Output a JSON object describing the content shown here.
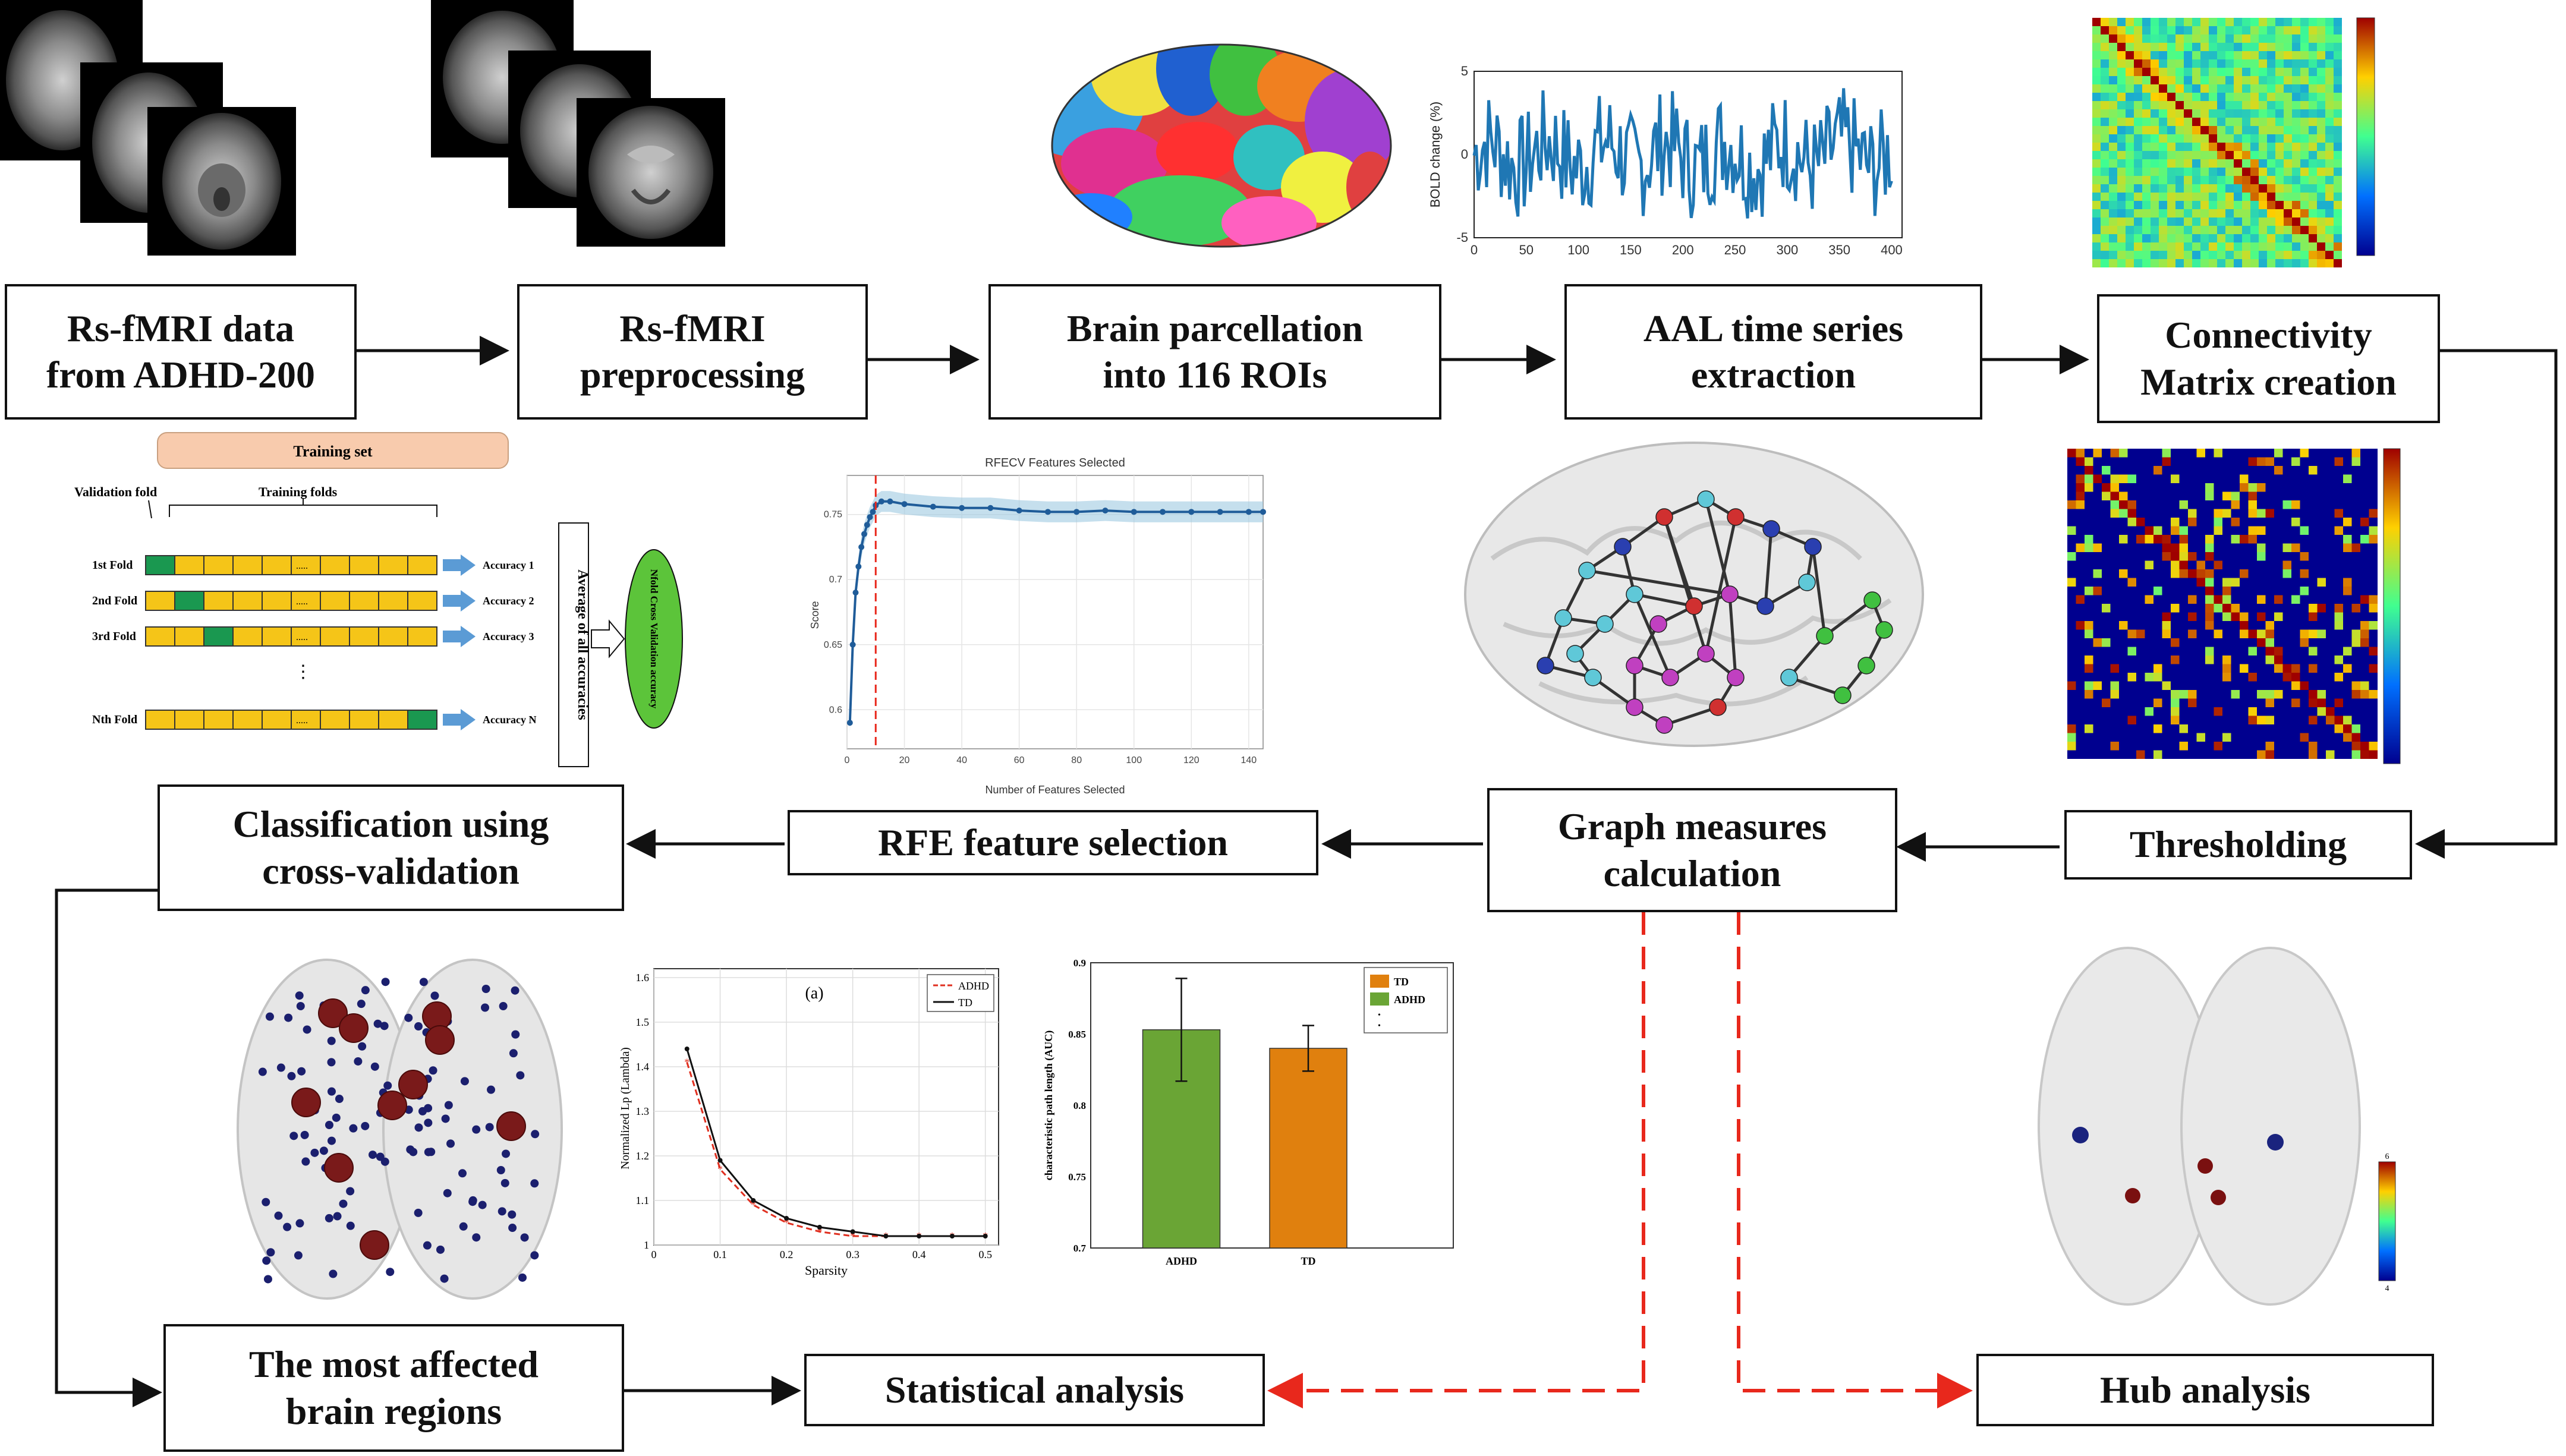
{
  "boxes": {
    "rsfmri_data": "Rs-fMRI data\nfrom ADHD-200",
    "preprocessing": "Rs-fMRI\npreprocessing",
    "parcellation": "Brain parcellation\ninto 116 ROIs",
    "aal_extraction": "AAL time series\nextraction",
    "connectivity": "Connectivity\nMatrix creation",
    "thresholding": "Thresholding",
    "graph_measures": "Graph measures\ncalculation",
    "rfe": "RFE feature selection",
    "classification": "Classification using\ncross-validation",
    "affected_regions": "The most affected\nbrain regions",
    "statistical": "Statistical analysis",
    "hub": "Hub analysis"
  },
  "cv_panel": {
    "training_set": "Training set",
    "validation_fold": "Validation fold",
    "training_folds": "Training folds",
    "folds": [
      {
        "label": "1st Fold",
        "accuracy": "Accuracy 1"
      },
      {
        "label": "2nd Fold",
        "accuracy": "Accuracy 2"
      },
      {
        "label": "3rd Fold",
        "accuracy": "Accuracy 3"
      },
      {
        "label": "Nth Fold",
        "accuracy": "Accuracy N"
      }
    ],
    "average_label": "Average of all accuracies",
    "result_label": "Nfold Cross Validation accuracy",
    "colors": {
      "train": "#f5c518",
      "val": "#1a9850",
      "header": "#f8cbad"
    }
  },
  "chart_data": [
    {
      "type": "line",
      "title": "",
      "ylabel": "BOLD change (%)",
      "xlabel": "",
      "x_ticks": [
        0,
        50,
        100,
        150,
        200,
        250,
        300,
        350,
        400
      ],
      "y_ticks": [
        -5,
        0,
        5
      ],
      "xlim": [
        0,
        410
      ],
      "ylim": [
        -5,
        5
      ],
      "color": "#1f77b4"
    },
    {
      "type": "line",
      "title": "RFECV Features Selected",
      "xlabel": "Number of Features Selected",
      "ylabel": "Score",
      "x_ticks": [
        0,
        20,
        40,
        60,
        80,
        100,
        120,
        140
      ],
      "y_ticks": [
        0.6,
        0.65,
        0.7,
        0.75
      ],
      "xlim": [
        0,
        145
      ],
      "ylim": [
        0.57,
        0.78
      ],
      "optimal_x": 10,
      "series": [
        {
          "values_note": "",
          "x": [
            1,
            2,
            3,
            4,
            5,
            6,
            7,
            8,
            9,
            10,
            12,
            15,
            20,
            30,
            40,
            50,
            60,
            70,
            80,
            90,
            100,
            110,
            120,
            130,
            140,
            145
          ],
          "values": [
            0.59,
            0.65,
            0.69,
            0.71,
            0.725,
            0.735,
            0.742,
            0.748,
            0.752,
            0.757,
            0.76,
            0.76,
            0.758,
            0.756,
            0.755,
            0.755,
            0.753,
            0.752,
            0.752,
            0.753,
            0.752,
            0.752,
            0.752,
            0.752,
            0.752,
            0.752
          ]
        }
      ],
      "color": "#1f5c99"
    },
    {
      "type": "line",
      "title": "(a)",
      "xlabel": "Sparsity",
      "ylabel": "Normalized Lp (Lambda)",
      "x": [
        0.05,
        0.1,
        0.15,
        0.2,
        0.25,
        0.3,
        0.35,
        0.4,
        0.45,
        0.5
      ],
      "x_ticks": [
        0,
        0.1,
        0.2,
        0.3,
        0.4,
        0.5
      ],
      "y_ticks": [
        1,
        1.1,
        1.2,
        1.3,
        1.4,
        1.5,
        1.6
      ],
      "xlim": [
        0,
        0.52
      ],
      "ylim": [
        1.0,
        1.62
      ],
      "series": [
        {
          "name": "ADHD",
          "values": [
            1.41,
            1.17,
            1.09,
            1.05,
            1.03,
            1.02,
            1.02,
            1.02,
            1.02,
            1.02
          ],
          "color": "#e03020"
        },
        {
          "name": "TD",
          "values": [
            1.44,
            1.19,
            1.1,
            1.06,
            1.04,
            1.03,
            1.02,
            1.02,
            1.02,
            1.02
          ],
          "color": "#111111"
        }
      ]
    },
    {
      "type": "bar",
      "title": "",
      "xlabel": "",
      "ylabel": "characteristic path length (AUC)",
      "categories": [
        "ADHD",
        "TD"
      ],
      "values": [
        0.853,
        0.84
      ],
      "errors": [
        0.036,
        0.016
      ],
      "colors": [
        "#6aa535",
        "#e0800e"
      ],
      "y_ticks": [
        0.7,
        0.75,
        0.8,
        0.85,
        0.9
      ],
      "ylim": [
        0.7,
        0.9
      ],
      "legend": [
        "TD",
        "ADHD"
      ],
      "legend_colors": [
        "#e0800e",
        "#6aa535"
      ]
    }
  ],
  "colorbars": {
    "hub_top": "6",
    "hub_bottom": "4"
  }
}
